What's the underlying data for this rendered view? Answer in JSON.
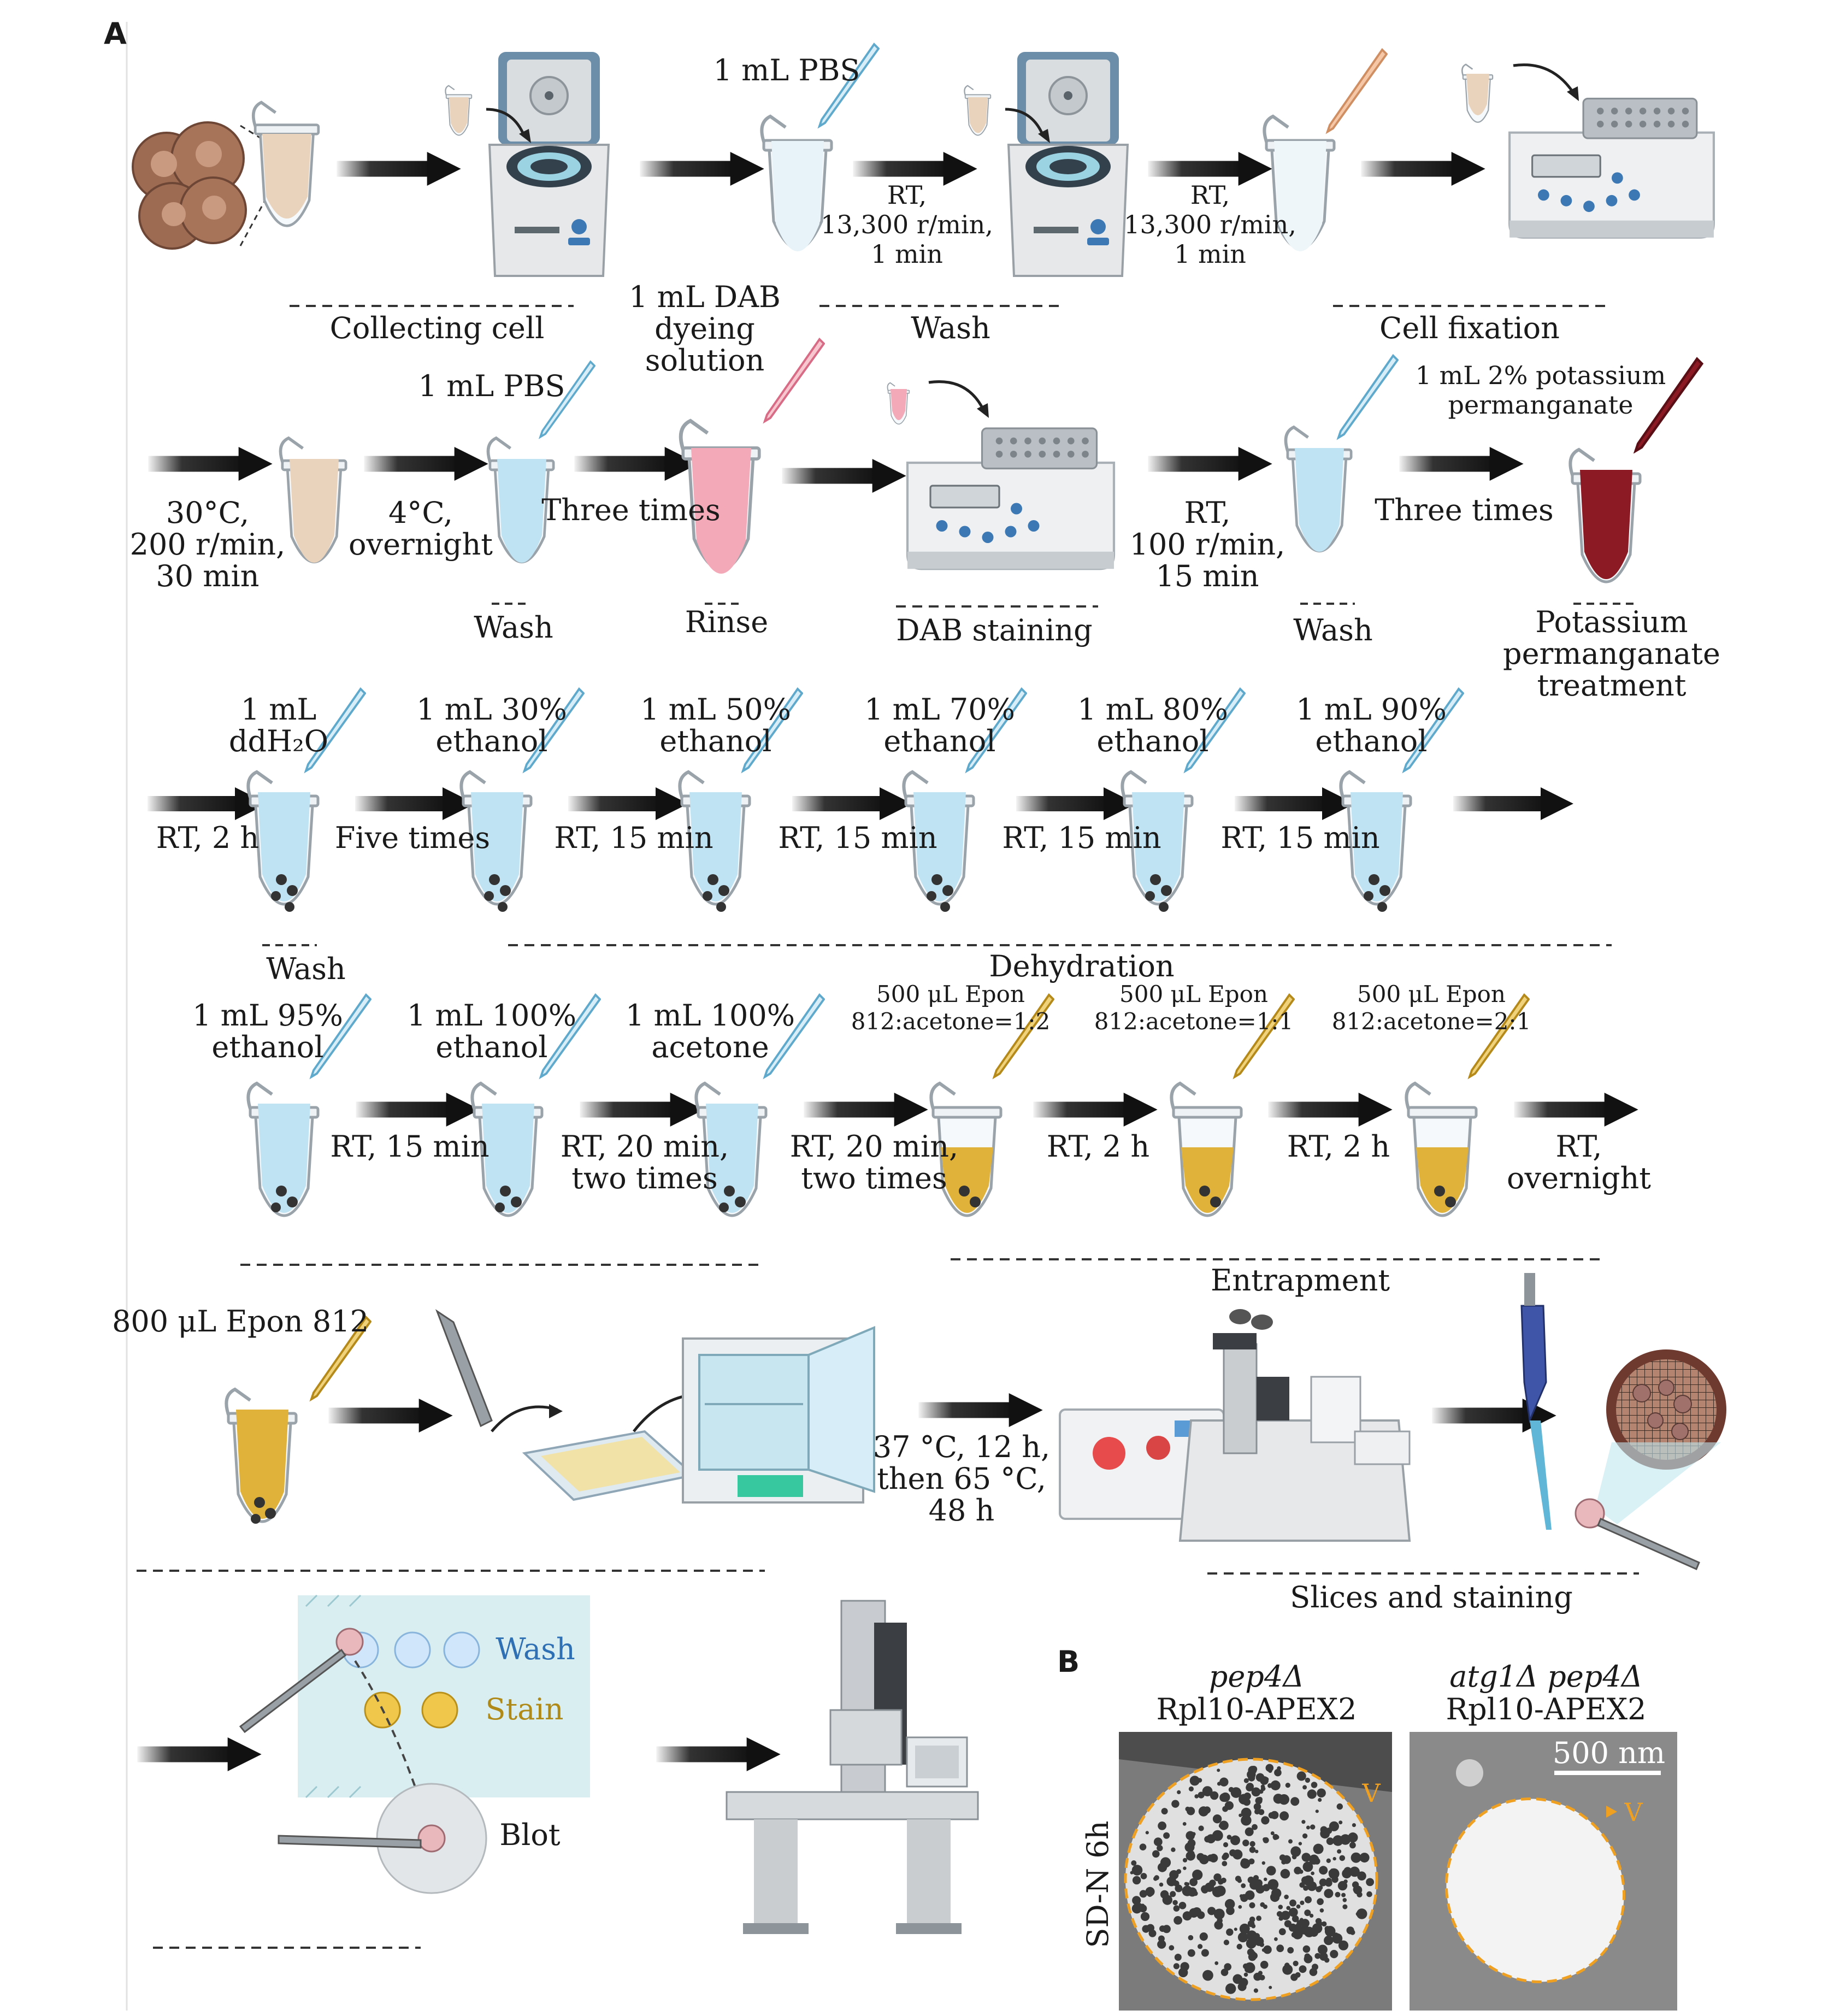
{
  "panel_labels": {
    "a": "A",
    "b": "B"
  },
  "row1": {
    "collect": "Collecting cell",
    "pbs1": "1 mL PBS",
    "spin1": "RT,\n13,300 r/min,\n1 min",
    "spin2": "RT,\n13,300 r/min,\n1 min",
    "wash": "Wash",
    "fixation": "Cell fixation"
  },
  "row2": {
    "incubate": "30°C,\n200 r/min,\n30 min",
    "overnight": "4°C,\novernight",
    "pbs": "1 mL PBS",
    "three_times_1": "Three times",
    "wash1": "Wash",
    "dab_solution": "1 mL DAB\ndyeing\nsolution",
    "rinse": "Rinse",
    "dab_staining": "DAB staining",
    "shake": "RT,\n100 r/min,\n15 min",
    "wash2": "Wash",
    "three_times_2": "Three times",
    "kmno4": "1 mL 2% potassium\npermanganate",
    "kmno4_treat": "Potassium\npermanganate\ntreatment"
  },
  "row3": {
    "ddh2o": "1 mL\nddH₂O",
    "rt2h": "RT, 2 h",
    "five_times": "Five times",
    "wash": "Wash",
    "eth30": "1 mL 30%\nethanol",
    "eth50": "1 mL 50%\nethanol",
    "eth70": "1 mL 70%\nethanol",
    "eth80": "1 mL 80%\nethanol",
    "eth90": "1 mL 90%\nethanol",
    "rt15_a": "RT, 15 min",
    "rt15_b": "RT, 15 min",
    "rt15_c": "RT, 15 min",
    "rt15_d": "RT, 15 min",
    "dehydration": "Dehydration"
  },
  "row4": {
    "eth95": "1 mL 95%\nethanol",
    "eth100": "1 mL 100%\nethanol",
    "acetone": "1 mL 100%\nacetone",
    "epon12": "500 μL Epon\n812:acetone=1:2",
    "epon11": "500 μL Epon\n812:acetone=1:1",
    "epon21": "500 μL Epon\n812:acetone=2:1",
    "rt15": "RT, 15 min",
    "rt20_a": "RT, 20 min,\ntwo times",
    "rt20_b": "RT, 20 min,\ntwo times",
    "rt2h_a": "RT, 2 h",
    "rt2h_b": "RT, 2 h",
    "rt_overnight": "RT,\novernight",
    "entrapment": "Entrapment"
  },
  "row5": {
    "epon800": "800 μL Epon 812",
    "cure": "37 °C, 12 h,\nthen 65 °C,\n48 h",
    "slices": "Slices and staining"
  },
  "row6": {
    "wash": "Wash",
    "stain": "Stain",
    "blot": "Blot"
  },
  "panel_b": {
    "col1_genotype": "pep4Δ",
    "col1_construct": "Rpl10-APEX2",
    "col2_genotype": "atg1Δ pep4Δ",
    "col2_construct": "Rpl10-APEX2",
    "row_label": "SD-N 6h",
    "scale_bar": "500 nm",
    "v1": "V",
    "v2": "V"
  },
  "colors": {
    "tube_beige": "#e9d3bc",
    "pbs_blue": "#bfe3f2",
    "dab_pink": "#f3a9b8",
    "kmno4_red": "#8b1a24",
    "epon_gold": "#e0b23a",
    "arrow": "#1c1c1c",
    "vacuole_outline": "#f0a020"
  }
}
